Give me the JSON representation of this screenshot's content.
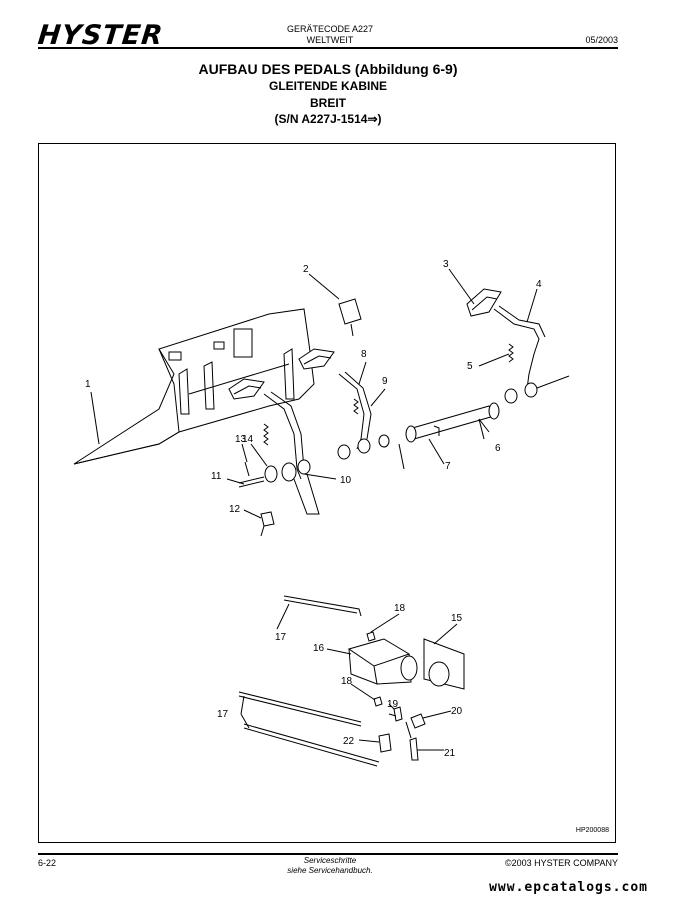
{
  "header": {
    "logo": "HYSTER",
    "code_line1": "GERÄTECODE A227",
    "code_line2": "WELTWEIT",
    "date": "05/2003"
  },
  "title": {
    "line1": "AUFBAU DES PEDALS (Abbildung 6-9)",
    "line2": "GLEITENDE KABINE",
    "line3": "BREIT",
    "line4": "(S/N A227J-1514⇒)"
  },
  "figure": {
    "code": "HP200088",
    "callouts": [
      "1",
      "2",
      "3",
      "4",
      "5",
      "6",
      "7",
      "8",
      "9",
      "10",
      "11",
      "12",
      "13",
      "14",
      "15",
      "16",
      "17",
      "17",
      "18",
      "18",
      "19",
      "20",
      "21",
      "22"
    ]
  },
  "footer": {
    "page": "6-22",
    "note_line1": "Serviceschritte",
    "note_line2": "siehe Servicehandbuch.",
    "copyright": "©2003 HYSTER COMPANY"
  },
  "watermark": "www.epcatalogs.com"
}
